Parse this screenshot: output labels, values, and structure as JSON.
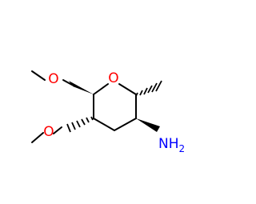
{
  "molecule": {
    "atom_labels": {
      "ring_oxygen": "O",
      "methoxy_top_oxygen": "O",
      "methoxy_bottom_oxygen": "O",
      "amine": "NH",
      "amine_subscript": "2"
    },
    "colors": {
      "bond": "#000000",
      "oxygen": "#ff0000",
      "nitrogen": "#0000ff",
      "background": "#ffffff"
    }
  }
}
